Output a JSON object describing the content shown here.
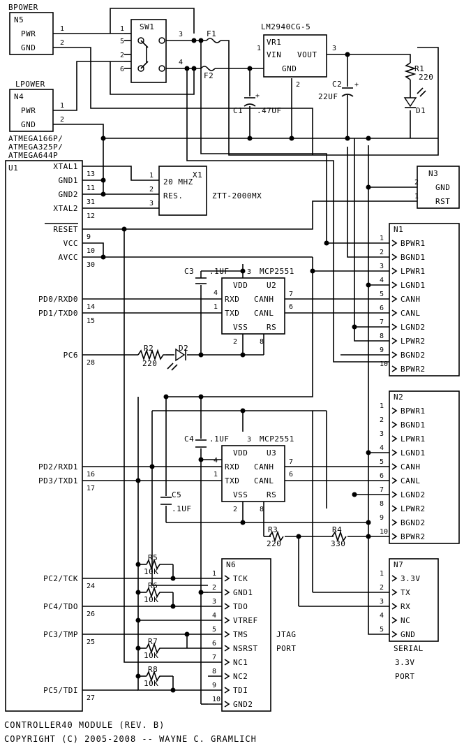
{
  "connectors": {
    "n5": {
      "ref": "N5",
      "name": "BPOWER",
      "pins": [
        {
          "label": "PWR",
          "num": "1"
        },
        {
          "label": "GND",
          "num": "2"
        }
      ]
    },
    "n4": {
      "ref": "N4",
      "name": "LPOWER",
      "pins": [
        {
          "label": "PWR",
          "num": "1"
        },
        {
          "label": "GND",
          "num": "2"
        }
      ]
    },
    "n3": {
      "ref": "N3",
      "pins": [
        {
          "label": "GND",
          "num": "2"
        },
        {
          "label": "RST",
          "num": "1"
        }
      ]
    },
    "n1": {
      "ref": "N1",
      "pins": [
        {
          "num": "1",
          "label": "BPWR1"
        },
        {
          "num": "2",
          "label": "BGND1"
        },
        {
          "num": "3",
          "label": "LPWR1"
        },
        {
          "num": "4",
          "label": "LGND1"
        },
        {
          "num": "5",
          "label": "CANH"
        },
        {
          "num": "6",
          "label": "CANL"
        },
        {
          "num": "7",
          "label": "LGND2"
        },
        {
          "num": "8",
          "label": "LPWR2"
        },
        {
          "num": "9",
          "label": "BGND2"
        },
        {
          "num": "10",
          "label": "BPWR2"
        }
      ]
    },
    "n2": {
      "ref": "N2",
      "pins": [
        {
          "num": "1",
          "label": "BPWR1"
        },
        {
          "num": "2",
          "label": "BGND1"
        },
        {
          "num": "3",
          "label": "LPWR1"
        },
        {
          "num": "4",
          "label": "LGND1"
        },
        {
          "num": "5",
          "label": "CANH"
        },
        {
          "num": "6",
          "label": "CANL"
        },
        {
          "num": "7",
          "label": "LGND2"
        },
        {
          "num": "8",
          "label": "LPWR2"
        },
        {
          "num": "9",
          "label": "BGND2"
        },
        {
          "num": "10",
          "label": "BPWR2"
        }
      ]
    },
    "n6": {
      "ref": "N6",
      "name1": "JTAG",
      "name2": "PORT",
      "pins": [
        {
          "num": "1",
          "label": "TCK"
        },
        {
          "num": "2",
          "label": "GND1"
        },
        {
          "num": "3",
          "label": "TDO"
        },
        {
          "num": "4",
          "label": "VTREF"
        },
        {
          "num": "5",
          "label": "TMS"
        },
        {
          "num": "6",
          "label": "NSRST"
        },
        {
          "num": "7",
          "label": "NC1"
        },
        {
          "num": "8",
          "label": "NC2"
        },
        {
          "num": "9",
          "label": "TDI"
        },
        {
          "num": "10",
          "label": "GND2"
        }
      ]
    },
    "n7": {
      "ref": "N7",
      "name1": "SERIAL",
      "name2": "3.3V",
      "name3": "PORT",
      "pins": [
        {
          "num": "1",
          "label": "3.3V"
        },
        {
          "num": "2",
          "label": "TX"
        },
        {
          "num": "3",
          "label": "RX"
        },
        {
          "num": "4",
          "label": "NC"
        },
        {
          "num": "5",
          "label": "GND"
        }
      ]
    }
  },
  "u1": {
    "ref": "U1",
    "part1": "ATMEGA166P/",
    "part2": "ATMEGA325P/",
    "part3": "ATMEGA644P",
    "pins": [
      {
        "label": "XTAL1",
        "num": "13"
      },
      {
        "label": "GND1",
        "num": "11"
      },
      {
        "label": "GND2",
        "num": "31"
      },
      {
        "label": "XTAL2",
        "num": "12"
      },
      {
        "label": "RESET",
        "num": "9"
      },
      {
        "label": "VCC",
        "num": "10"
      },
      {
        "label": "AVCC",
        "num": "30"
      },
      {
        "label": "PD0/RXD0",
        "num": "14"
      },
      {
        "label": "PD1/TXD0",
        "num": "15"
      },
      {
        "label": "PC6",
        "num": "28"
      },
      {
        "label": "PD2/RXD1",
        "num": "16"
      },
      {
        "label": "PD3/TXD1",
        "num": "17"
      },
      {
        "label": "PC2/TCK",
        "num": "24"
      },
      {
        "label": "PC4/TDO",
        "num": "26"
      },
      {
        "label": "PC3/TMP",
        "num": "25"
      },
      {
        "label": "PC5/TDI",
        "num": "27"
      }
    ]
  },
  "sw1": {
    "ref": "SW1",
    "pins": [
      "1",
      "5",
      "2",
      "6",
      "3",
      "4"
    ]
  },
  "vr1": {
    "ref": "VR1",
    "part": "LM2940CG-5",
    "vin": "VIN",
    "vout": "VOUT",
    "gnd": "GND",
    "p1": "1",
    "p2": "2",
    "p3": "3"
  },
  "x1": {
    "ref": "X1",
    "freq": "20 MHZ",
    "res": "RES.",
    "part": "ZTT-2000MX",
    "p1": "1",
    "p2": "2",
    "p3": "3"
  },
  "u2": {
    "ref": "U2",
    "part": "MCP2551",
    "vdd": "VDD",
    "rxd": "RXD",
    "txd": "TXD",
    "canh": "CANH",
    "canl": "CANL",
    "vss": "VSS",
    "rs": "RS",
    "p3": "3",
    "p4": "4",
    "p1": "1",
    "p7": "7",
    "p6": "6",
    "p2": "2",
    "p8": "8"
  },
  "u3": {
    "ref": "U3",
    "part": "MCP2551",
    "vdd": "VDD",
    "rxd": "RXD",
    "txd": "TXD",
    "canh": "CANH",
    "canl": "CANL",
    "vss": "VSS",
    "rs": "RS",
    "p3": "3",
    "p4": "4",
    "p1": "1",
    "p7": "7",
    "p6": "6",
    "p2": "2",
    "p8": "8"
  },
  "parts": {
    "f1": "F1",
    "f2": "F2",
    "c1": "C1",
    "c1v": ".47UF",
    "c2": "C2",
    "c2v": "22UF",
    "r1": "R1",
    "r1v": "220",
    "d1": "D1",
    "c3": "C3",
    "c3v": ".1UF",
    "c4": "C4",
    "c4v": ".1UF",
    "c5": "C5",
    "c5v": ".1UF",
    "r2": "R2",
    "r2v": "220",
    "d2": "D2",
    "r3": "R3",
    "r3v": "220",
    "r4": "R4",
    "r4v": "330",
    "r5": "R5",
    "r5v": "10K",
    "r6": "R6",
    "r6v": "10K",
    "r7": "R7",
    "r7v": "10K",
    "r8": "R8",
    "r8v": "10K"
  },
  "footer": {
    "title": "CONTROLLER40 MODULE (REV. B)",
    "copyright": "COPYRIGHT (C) 2005-2008 -- WAYNE C. GRAMLICH"
  }
}
